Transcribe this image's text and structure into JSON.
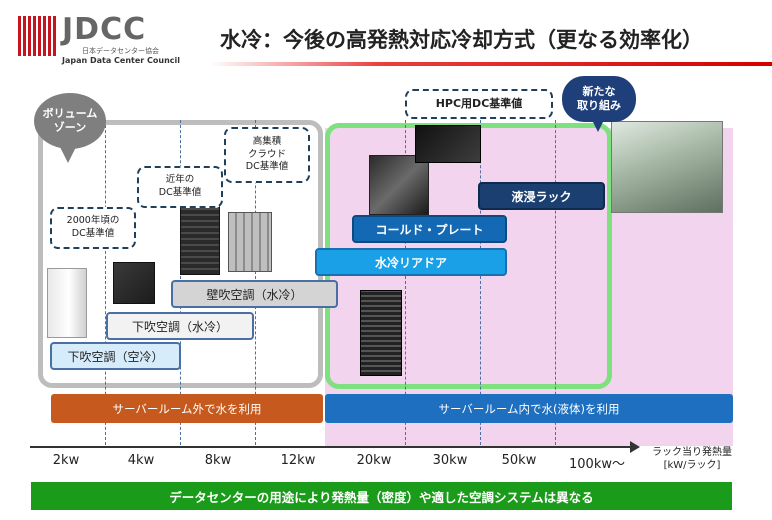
{
  "header": {
    "logo_text": "JDCC",
    "logo_sub": "日本データセンター協会",
    "logo_en": "Japan Data Center Council",
    "title": "水冷：今後の高発熱対応冷却方式（更なる効率化）"
  },
  "callouts": {
    "volume_zone": "ボリューム\nゾーン",
    "new_effort": "新たな\n取り組み"
  },
  "standards": {
    "s2000": "2000年頃の\nDC基準値",
    "recent": "近年の\nDC基準値",
    "cloud": "高集積\nクラウド\nDC基準値",
    "hpc": "HPC用DC基準値"
  },
  "methods": {
    "m1": "下吹空調（空冷）",
    "m2": "下吹空調（水冷）",
    "m3": "壁吹空調（水冷）",
    "m4": "水冷リアドア",
    "m5": "コールド・プレート",
    "m6": "液浸ラック"
  },
  "bands": {
    "outside": "サーバールーム外で水を利用",
    "inside": "サーバールーム内で水(液体)を利用"
  },
  "axis": {
    "ticks": [
      "2kw",
      "4kw",
      "8kw",
      "12kw",
      "20kw",
      "30kw",
      "50kw",
      "100kw〜"
    ],
    "unit": "ラック当り発熱量\n[kW/ラック]"
  },
  "footer": "データセンターの用途により発熱量（密度）や適した空調システムは異なる"
}
